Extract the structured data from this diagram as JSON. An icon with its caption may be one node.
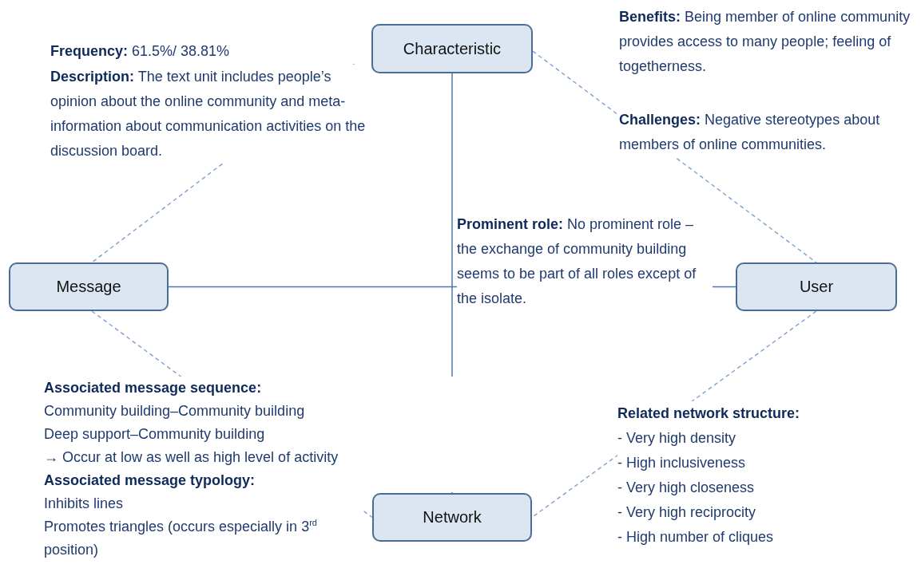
{
  "diagram": {
    "nodes": [
      {
        "text": [
          "Characteristic"
        ]
      },
      {
        "text": [
          "Message"
        ]
      },
      {
        "text": [
          "User"
        ]
      },
      {
        "text": [
          "Network"
        ]
      }
    ],
    "edges": [
      {
        "from": 0,
        "to": 1,
        "arrow": "none",
        "style": "dashed"
      },
      {
        "from": 0,
        "to": 2,
        "arrow": "none",
        "style": "dashed"
      },
      {
        "from": 1,
        "to": 3,
        "arrow": "none",
        "style": "dashed"
      },
      {
        "from": 2,
        "to": 3,
        "arrow": "none",
        "style": "dashed"
      },
      {
        "from": 0,
        "to": 3,
        "arrow": "none"
      },
      {
        "from": 1,
        "to": 2,
        "arrow": "none"
      }
    ],
    "labels": [
      "**Frequency:** 61.5%/ 38.81%",
      "**Description:** The text unit includes people’s opinion about the online community and meta-information about communication activities on the discussion board.",
      "**Benefits:** Being member of online community provides access to many people; feeling of togetherness.",
      "**Challenges:**  Negative stereotypes about members of online communities.",
      "**Prominent role:** No prominent role – the exchange of community building seems to be part of all roles except of the isolate.",
      "**Associated message sequence:**",
      "Community building–Community building",
      "Deep support–Community building",
      "→ Occur at low as well as high level of activity",
      "**Associated message typology:**",
      "Inhibits lines",
      "Promotes triangles (occurs especially in 3$^{rd}$ position)",
      "**Related network structure:**",
      "- Very high density",
      "- High inclusiveness",
      "- Very high closeness",
      "- Very high reciprocity",
      "- High number of cliques"
    ]
  }
}
